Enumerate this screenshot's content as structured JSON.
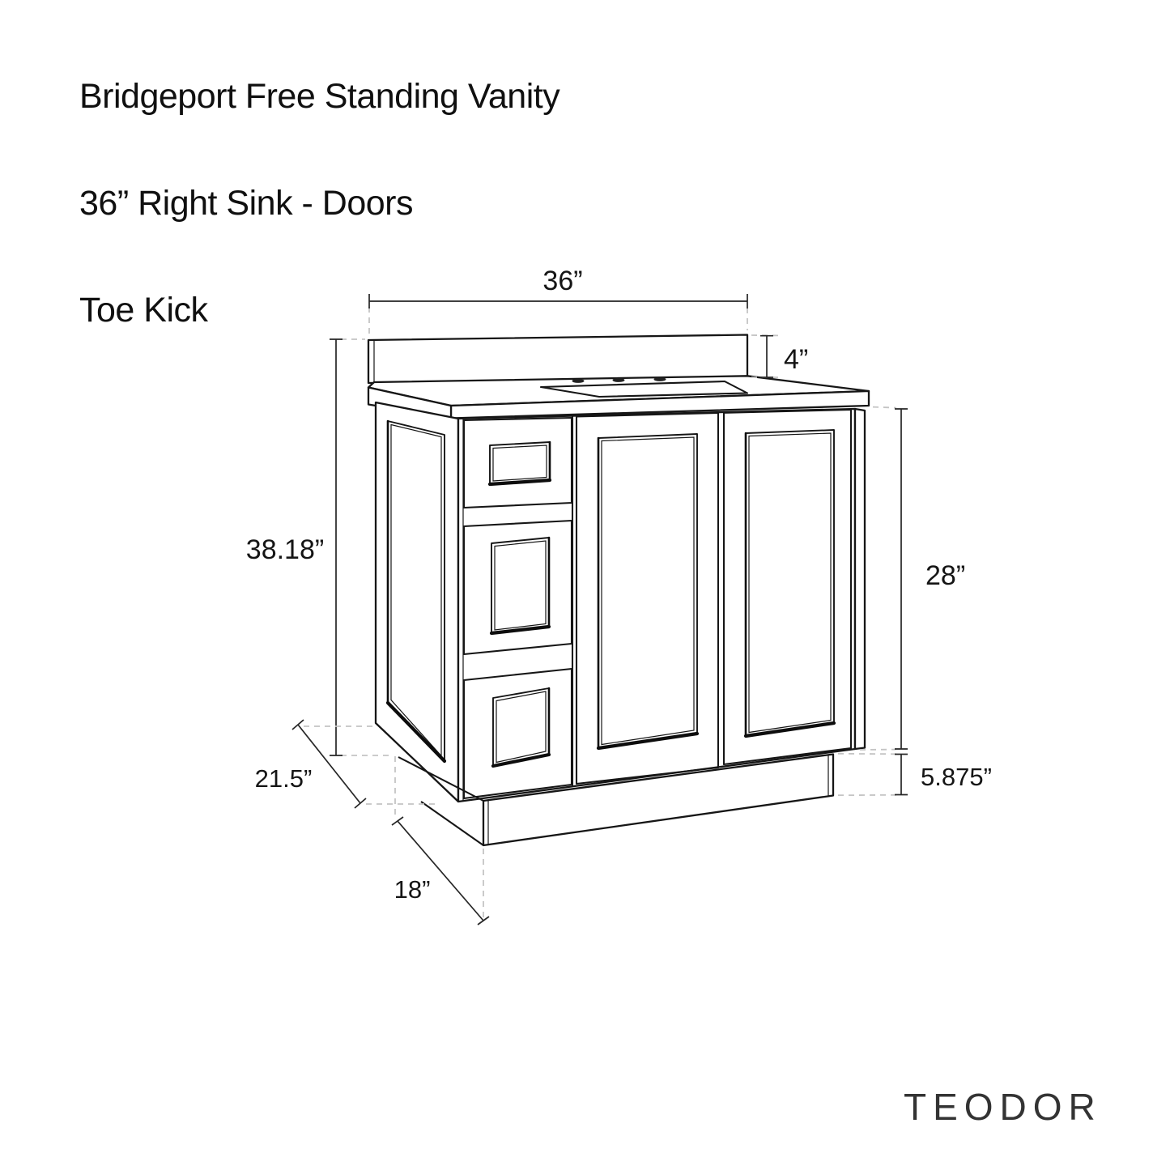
{
  "title": {
    "line1": "Bridgeport Free Standing Vanity",
    "line2": "36” Right Sink - Doors",
    "line3": " Toe Kick"
  },
  "dimensions": {
    "width_top": "36”",
    "backsplash_height": "4”",
    "total_height": "38.18”",
    "cabinet_height": "28”",
    "toe_kick_height": "5.875”",
    "depth": "21.5”",
    "toe_kick_depth": "18”"
  },
  "logo": "TEODOR",
  "drawing": {
    "subject": "36 inch free standing bathroom vanity, right offset sink, three left drawers, two right doors, 4 inch backsplash, recessed toe kick",
    "view": "perspective line drawing",
    "colors": {
      "line": "#161616",
      "dimension_line": "#262626",
      "extension_dash": "#c4c4c4",
      "background": "#ffffff"
    }
  }
}
